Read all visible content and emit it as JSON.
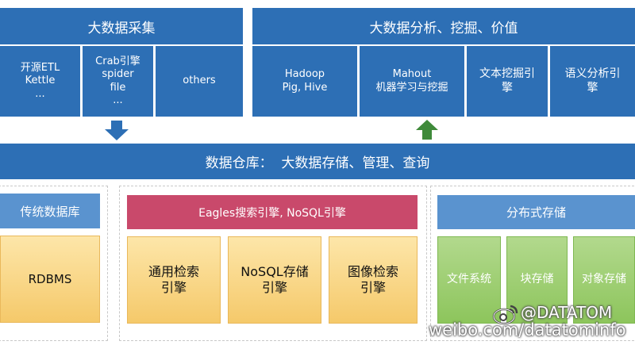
{
  "collection": {
    "title": "大数据采集",
    "items": [
      "开源ETL\nKettle\n...",
      "Crab引擎\nspider\nfile\n...",
      "others"
    ]
  },
  "analysis": {
    "title": "大数据分析、挖掘、价值",
    "items": [
      "Hadoop\nPig, Hive",
      "Mahout\n机器学习与挖掘",
      "文本挖掘引\n擎",
      "语义分析引\n擎"
    ]
  },
  "warehouse": {
    "title": "数据仓库：  大数据存储、管理、查询"
  },
  "traditional_db": {
    "title": "传统数据库",
    "item": "RDBMS"
  },
  "search": {
    "title": "Eagles搜索引擎, NoSQL引擎",
    "items": [
      "通用检索\n引擎",
      "NoSQL存储\n引擎",
      "图像检索\n引擎"
    ]
  },
  "distributed": {
    "title": "分布式存储",
    "items": [
      "文件系统",
      "块存储",
      "对象存储"
    ]
  },
  "watermark": {
    "handle": "@DATATOM",
    "url": "weibo.com/datatominfo"
  },
  "colors": {
    "blue": "#2d6fb5",
    "pink": "#c9496b",
    "light_blue": "#5a93cf",
    "orange": "#f5c96a",
    "green": "#8dc55c",
    "arrow_down": "#2d6fb5",
    "arrow_up": "#3f8a3a"
  }
}
